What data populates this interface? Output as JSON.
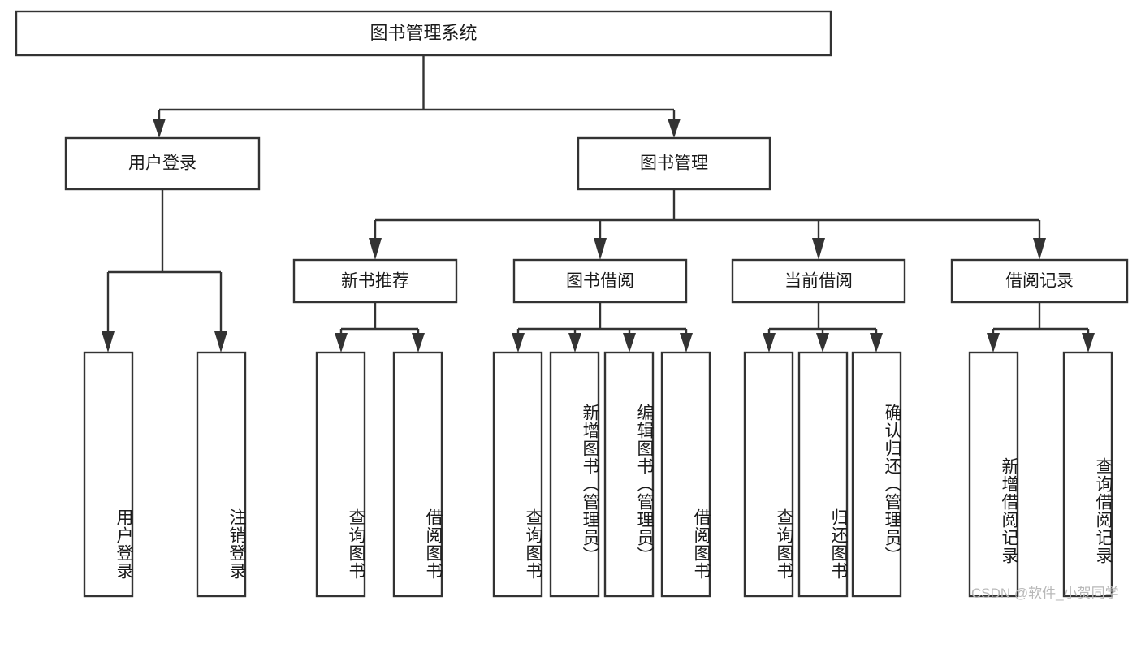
{
  "diagram": {
    "type": "tree",
    "title": "图书管理系统",
    "root": {
      "id": "root",
      "label": "图书管理系统",
      "orientation": "horizontal"
    },
    "level2": [
      {
        "id": "user-login",
        "label": "用户登录",
        "orientation": "horizontal"
      },
      {
        "id": "book-manage",
        "label": "图书管理",
        "orientation": "horizontal"
      }
    ],
    "level3": [
      {
        "id": "new-book-recommend",
        "label": "新书推荐",
        "orientation": "horizontal",
        "parent": "book-manage"
      },
      {
        "id": "book-borrow",
        "label": "图书借阅",
        "orientation": "horizontal",
        "parent": "book-manage"
      },
      {
        "id": "current-borrow",
        "label": "当前借阅",
        "orientation": "horizontal",
        "parent": "book-manage"
      },
      {
        "id": "borrow-record",
        "label": "借阅记录",
        "orientation": "horizontal",
        "parent": "book-manage"
      }
    ],
    "leaves": [
      {
        "id": "leaf-user-login",
        "label": "用户登录",
        "orientation": "vertical",
        "parent": "user-login"
      },
      {
        "id": "leaf-logout-login",
        "label": "注销登录",
        "orientation": "vertical",
        "parent": "user-login"
      },
      {
        "id": "leaf-query-book-1",
        "label": "查询图书",
        "orientation": "vertical",
        "parent": "new-book-recommend"
      },
      {
        "id": "leaf-borrow-book-1",
        "label": "借阅图书",
        "orientation": "vertical",
        "parent": "new-book-recommend"
      },
      {
        "id": "leaf-query-book-2",
        "label": "查询图书",
        "orientation": "vertical",
        "parent": "book-borrow"
      },
      {
        "id": "leaf-add-book-admin",
        "label": "新增图书（管理员）",
        "orientation": "vertical",
        "parent": "book-borrow"
      },
      {
        "id": "leaf-edit-book-admin",
        "label": "编辑图书（管理员）",
        "orientation": "vertical",
        "parent": "book-borrow"
      },
      {
        "id": "leaf-borrow-book-2",
        "label": "借阅图书",
        "orientation": "vertical",
        "parent": "book-borrow"
      },
      {
        "id": "leaf-query-book-3",
        "label": "查询图书",
        "orientation": "vertical",
        "parent": "current-borrow"
      },
      {
        "id": "leaf-return-book",
        "label": "归还图书",
        "orientation": "vertical",
        "parent": "current-borrow"
      },
      {
        "id": "leaf-confirm-return-admin",
        "label": "确认归还（管理员）",
        "orientation": "vertical",
        "parent": "current-borrow"
      },
      {
        "id": "leaf-add-borrow-record",
        "label": "新增借阅记录",
        "orientation": "vertical",
        "parent": "borrow-record"
      },
      {
        "id": "leaf-query-borrow-record",
        "label": "查询借阅记录",
        "orientation": "vertical",
        "parent": "borrow-record"
      }
    ]
  },
  "watermark": {
    "text": "CSDN @软件_小贺同学"
  },
  "colors": {
    "stroke": "#333333",
    "box_fill": "#ffffff",
    "text": "#1a1a1a",
    "watermark": "#b8b8b8",
    "background": "#ffffff"
  }
}
